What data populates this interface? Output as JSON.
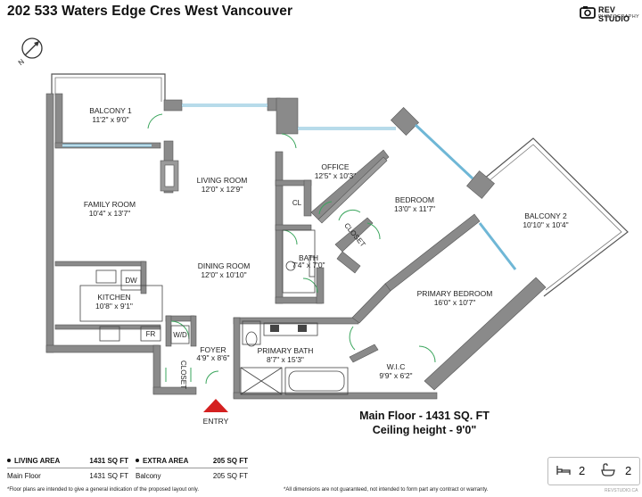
{
  "header": {
    "title": "202 533 Waters Edge Cres West Vancouver"
  },
  "logo": {
    "brand": "REV STUDIO",
    "sub": "PHOTOGRAPHY"
  },
  "compass": {
    "label": "N"
  },
  "rooms": {
    "balcony1": {
      "name": "BALCONY 1",
      "size": "11'2\" x 9'0\""
    },
    "family": {
      "name": "FAMILY ROOM",
      "size": "10'4\" x 13'7\""
    },
    "living": {
      "name": "LIVING ROOM",
      "size": "12'0\" x 12'9\""
    },
    "office": {
      "name": "OFFICE",
      "size": "12'5\" x 10'3\""
    },
    "bedroom": {
      "name": "BEDROOM",
      "size": "13'0\" x 11'7\""
    },
    "balcony2": {
      "name": "BALCONY 2",
      "size": "10'10\" x 10'4\""
    },
    "bath": {
      "name": "BATH",
      "size": "7'4\" x 7'0\""
    },
    "dining": {
      "name": "DINING ROOM",
      "size": "12'0\" x 10'10\""
    },
    "kitchen": {
      "name": "KITCHEN",
      "size": "10'8\" x 9'1\""
    },
    "primary_bedroom": {
      "name": "PRIMARY BEDROOM",
      "size": "16'0\" x 10'7\""
    },
    "primary_bath": {
      "name": "PRIMARY BATH",
      "size": "8'7\" x 15'3\""
    },
    "foyer": {
      "name": "FOYER",
      "size": "4'9\" x 8'6\""
    },
    "wic": {
      "name": "W.I.C",
      "size": "9'9\" x 6'2\""
    }
  },
  "fixtures": {
    "cl": "CL",
    "closet": "CLOSET",
    "dw": "DW",
    "fr": "FR",
    "wd": "W/D"
  },
  "entry": {
    "label": "ENTRY"
  },
  "summary": {
    "line1": "Main Floor - 1431 SQ. FT",
    "line2": "Ceiling height - 9'0\""
  },
  "tables": {
    "living": {
      "header": "LIVING AREA",
      "header_value": "1431 SQ FT",
      "row_label": "Main Floor",
      "row_value": "1431 SQ FT"
    },
    "extra": {
      "header": "EXTRA AREA",
      "header_value": "205 SQ FT",
      "row_label": "Balcony",
      "row_value": "205 SQ FT"
    }
  },
  "counts": {
    "bedrooms": "2",
    "bathrooms": "2"
  },
  "footer": {
    "left": "*Floor plans are intended to give a general indication of the proposed layout only.",
    "right": "*All dimensions are not guaranteed, not intended to form part any contract or warranty.",
    "credit": "REVSTUDIO.CA"
  },
  "colors": {
    "wall": "#8a8a8a",
    "wall_stroke": "#555555",
    "window": "#6fb7d6",
    "door": "#3aa55c",
    "entry": "#d42020"
  },
  "icons": [
    "camera-icon",
    "compass-icon",
    "bed-icon",
    "bathtub-icon",
    "entry-arrow-icon"
  ]
}
